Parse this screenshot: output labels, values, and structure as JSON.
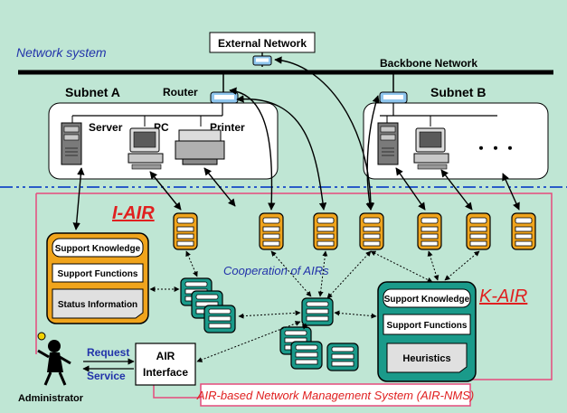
{
  "labels": {
    "network_system": "Network system",
    "external_network": "External Network",
    "backbone_network": "Backbone Network",
    "subnet_a": "Subnet A",
    "subnet_b": "Subnet B",
    "router": "Router",
    "server": "Server",
    "pc": "PC",
    "printer": "Printer",
    "ellipsis": "・・・",
    "i_air": "I-AIR",
    "k_air": "K-AIR",
    "cooperation": "Cooperation of AIRs",
    "request": "Request",
    "service": "Service",
    "administrator": "Administrator",
    "air_interface": "AIR Interface",
    "system_name": "AIR-based Network Management System (AIR-NMS)"
  },
  "i_air_box": {
    "support_knowledge": "Support Knowledge",
    "support_functions": "Support Functions",
    "status_information": "Status Information"
  },
  "k_air_box": {
    "support_knowledge": "Support Knowledge",
    "support_functions": "Support Functions",
    "heuristics": "Heuristics"
  },
  "colors": {
    "background": "#bfe6d4",
    "i_air_orange": "#f0a41c",
    "k_air_green": "#1a9a8a",
    "system_border": "#e64a7c",
    "title_blue": "#2233aa",
    "red_label": "#e02020",
    "separator_blue": "#2a5bc8"
  }
}
